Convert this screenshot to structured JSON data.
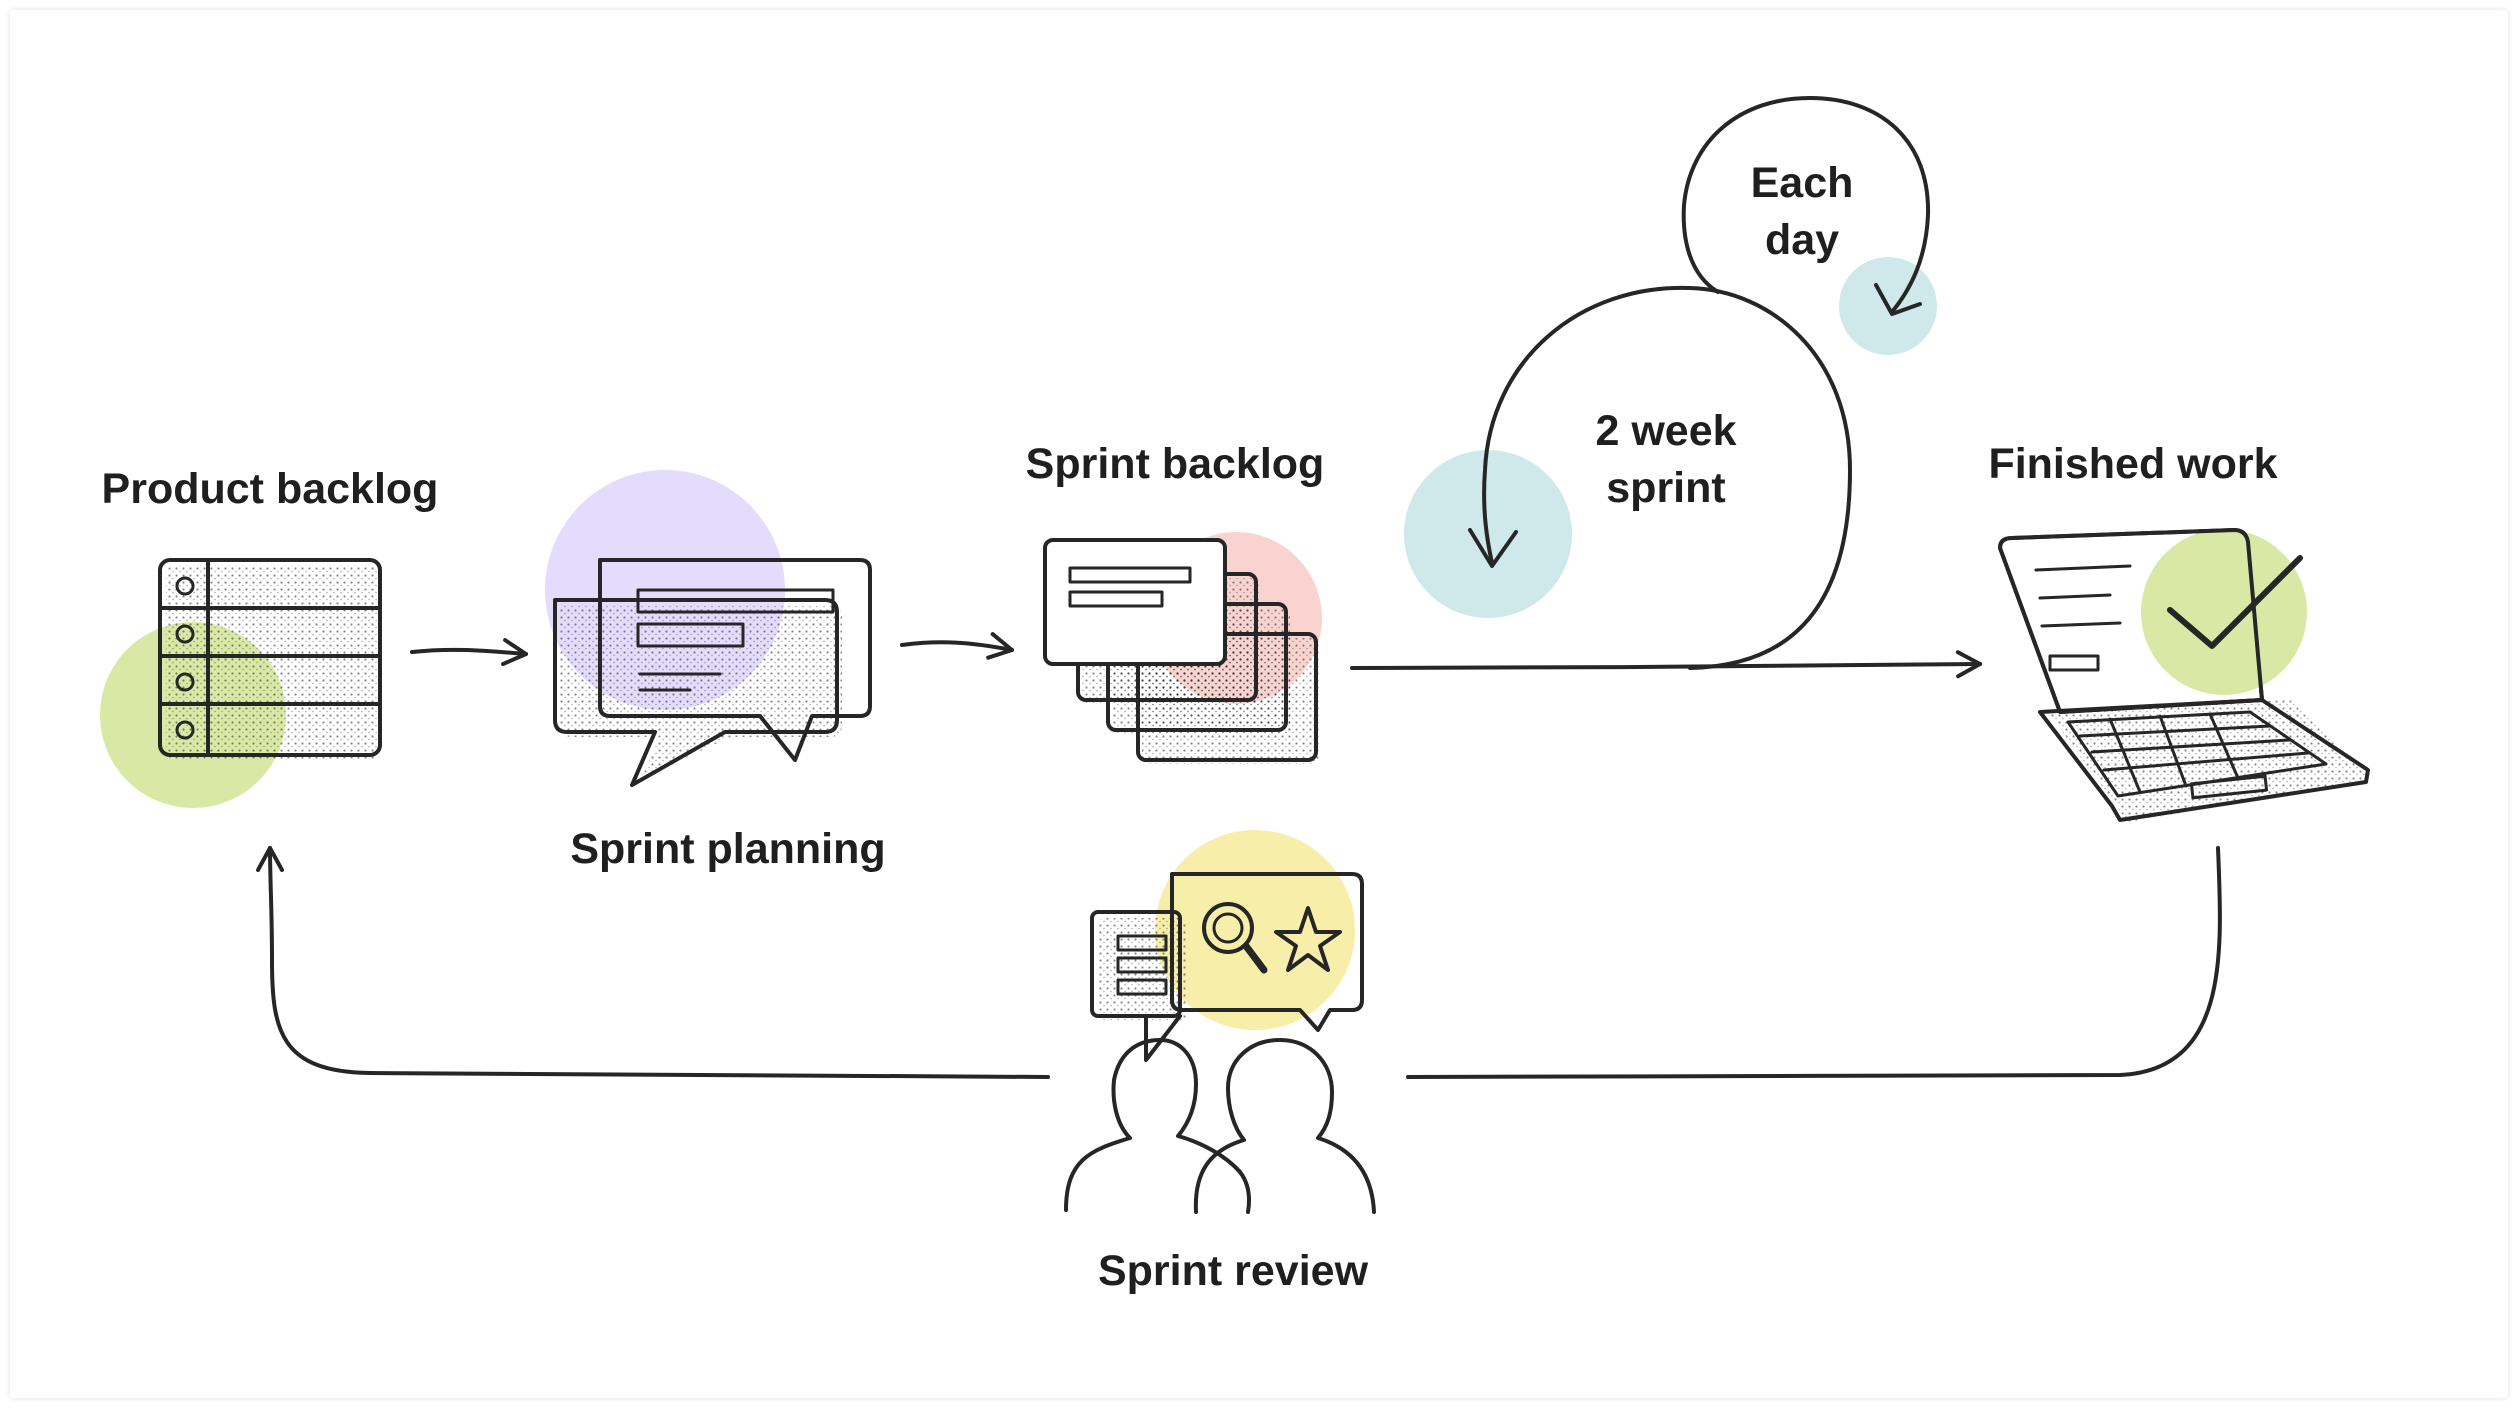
{
  "stages": {
    "product_backlog": {
      "label": "Product backlog"
    },
    "sprint_planning": {
      "label": "Sprint planning"
    },
    "sprint_backlog": {
      "label": "Sprint backlog"
    },
    "finished_work": {
      "label": "Finished work"
    },
    "sprint_review": {
      "label": "Sprint review"
    }
  },
  "loops": {
    "two_week_line1": "2 week",
    "two_week_line2": "sprint",
    "each_day_line1": "Each",
    "each_day_line2": "day"
  },
  "colors": {
    "green": "#d9e9a5",
    "purple": "#e3dcfd",
    "pink": "#f8d3cf",
    "teal": "#cfe8ea",
    "yellow": "#f7eeaa",
    "ink": "#262626"
  },
  "icons": {
    "product_backlog": "table-list-icon",
    "sprint_planning": "speech-bubbles-icon",
    "sprint_backlog": "stacked-cards-icon",
    "finished_work": "laptop-check-icon",
    "sprint_review": "people-review-icon"
  }
}
